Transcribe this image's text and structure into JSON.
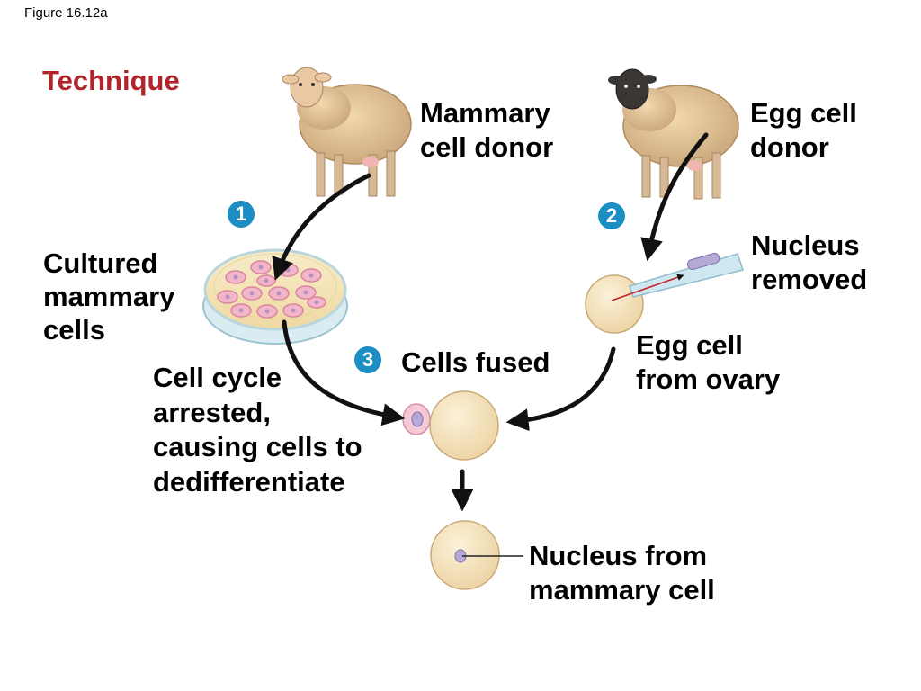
{
  "figure_label": "Figure 16.12a",
  "heading": "Technique",
  "colors": {
    "heading": "#b1242a",
    "step_badge": "#1b8fc4",
    "arrow": "#111111",
    "egg_fill": "#f1dcb0",
    "cultured_cell": "#f2b6c8"
  },
  "labels": {
    "mammary_donor": [
      "Mammary",
      "cell donor"
    ],
    "egg_donor": [
      "Egg cell",
      "donor"
    ],
    "cultured_cells": [
      "Cultured",
      "mammary",
      "cells"
    ],
    "nucleus_removed": [
      "Nucleus",
      "removed"
    ],
    "egg_from_ovary": [
      "Egg cell",
      "from ovary"
    ],
    "cells_fused": "Cells fused",
    "cell_cycle": [
      "Cell cycle",
      "arrested,",
      "causing cells to",
      "dedifferentiate"
    ],
    "nucleus_from_mammary": [
      "Nucleus from",
      "mammary cell"
    ]
  },
  "steps": [
    "1",
    "2",
    "3"
  ],
  "icons": {
    "mammary_sheep": "sheep-icon",
    "egg_sheep": "sheep-icon",
    "petri_dish": "petri-dish-icon",
    "micropipette": "micropipette-icon"
  }
}
